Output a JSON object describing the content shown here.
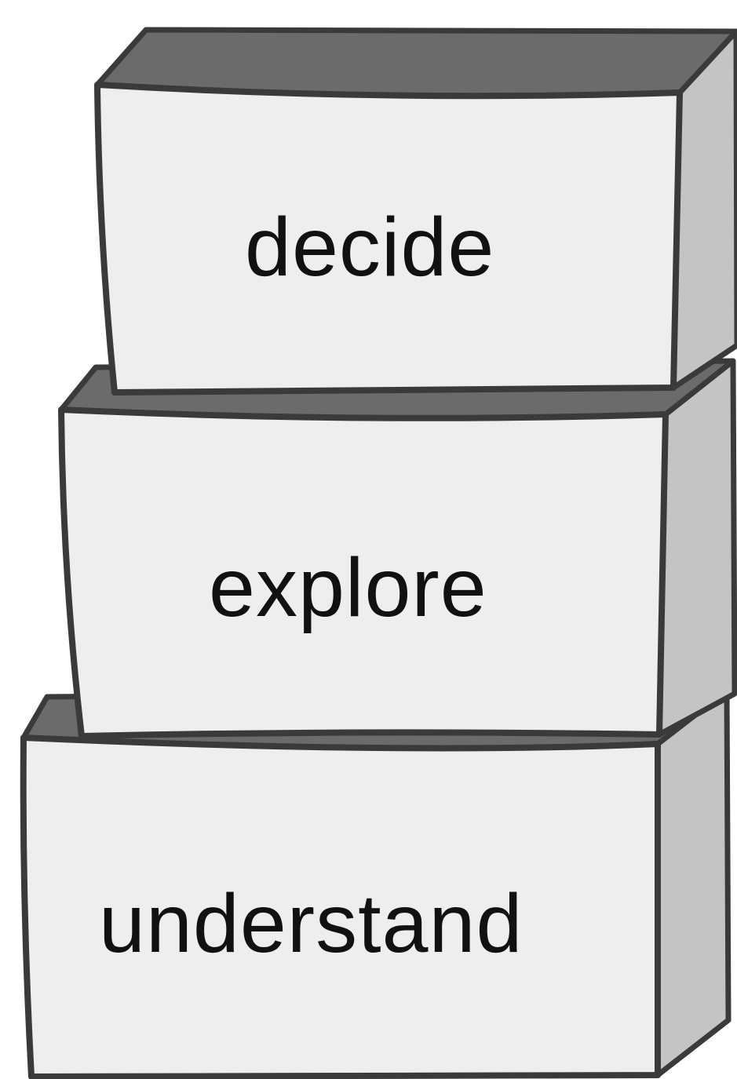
{
  "diagram": {
    "blocks": [
      {
        "id": "top",
        "label": "decide"
      },
      {
        "id": "middle",
        "label": "explore"
      },
      {
        "id": "bottom",
        "label": "understand"
      }
    ]
  },
  "colors": {
    "face": "#eeeeee",
    "top_face": "#6b6b6b",
    "side_face": "#c4c4c4",
    "outline": "#3a3a3a",
    "text": "#111111"
  }
}
